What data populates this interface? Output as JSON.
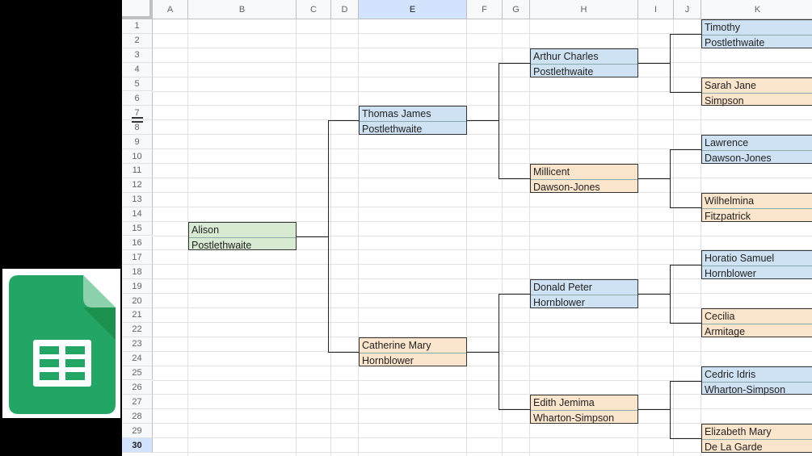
{
  "columns": [
    {
      "label": "A",
      "w": 44
    },
    {
      "label": "B",
      "w": 134
    },
    {
      "label": "C",
      "w": 43
    },
    {
      "label": "D",
      "w": 34
    },
    {
      "label": "E",
      "w": 134
    },
    {
      "label": "F",
      "w": 44
    },
    {
      "label": "G",
      "w": 34
    },
    {
      "label": "H",
      "w": 134
    },
    {
      "label": "I",
      "w": 44
    },
    {
      "label": "J",
      "w": 34
    },
    {
      "label": "K",
      "w": 140
    }
  ],
  "selected_column": "E",
  "rows": [
    "1",
    "2",
    "3",
    "4",
    "5",
    "6",
    "7",
    "8",
    "9",
    "10",
    "11",
    "12",
    "13",
    "14",
    "15",
    "16",
    "17",
    "18",
    "19",
    "20",
    "21",
    "22",
    "23",
    "24",
    "25",
    "26",
    "27",
    "28",
    "29",
    "30"
  ],
  "selected_row": "30",
  "people": [
    {
      "id": "alison",
      "col": "B",
      "row": 15,
      "color": "green",
      "line1": "Alison",
      "line2": "Postlethwaite"
    },
    {
      "id": "thomas",
      "col": "E",
      "row": 7,
      "color": "blue",
      "line1": "Thomas James",
      "line2": "Postlethwaite"
    },
    {
      "id": "catherine",
      "col": "E",
      "row": 23,
      "color": "orange",
      "line1": "Catherine Mary",
      "line2": "Hornblower"
    },
    {
      "id": "arthur",
      "col": "H",
      "row": 3,
      "color": "blue",
      "line1": "Arthur Charles",
      "line2": "Postlethwaite"
    },
    {
      "id": "millicent",
      "col": "H",
      "row": 11,
      "color": "orange",
      "line1": "Millicent",
      "line2": "Dawson-Jones"
    },
    {
      "id": "donald",
      "col": "H",
      "row": 19,
      "color": "blue",
      "line1": "Donald Peter",
      "line2": "Hornblower"
    },
    {
      "id": "edith",
      "col": "H",
      "row": 27,
      "color": "orange",
      "line1": "Edith Jemima",
      "line2": "Wharton-Simpson"
    },
    {
      "id": "timothy",
      "col": "K",
      "row": 1,
      "color": "blue",
      "line1": "Timothy",
      "line2": "Postlethwaite"
    },
    {
      "id": "sarah",
      "col": "K",
      "row": 5,
      "color": "orange",
      "line1": "Sarah Jane",
      "line2": "Simpson"
    },
    {
      "id": "lawrence",
      "col": "K",
      "row": 9,
      "color": "blue",
      "line1": "Lawrence",
      "line2": "Dawson-Jones"
    },
    {
      "id": "wilhelmina",
      "col": "K",
      "row": 13,
      "color": "orange",
      "line1": "Wilhelmina",
      "line2": "Fitzpatrick"
    },
    {
      "id": "horatio",
      "col": "K",
      "row": 17,
      "color": "blue",
      "line1": "Horatio Samuel",
      "line2": "Hornblower"
    },
    {
      "id": "cecilia",
      "col": "K",
      "row": 21,
      "color": "orange",
      "line1": "Cecilia",
      "line2": "Armitage"
    },
    {
      "id": "cedric",
      "col": "K",
      "row": 25,
      "color": "blue",
      "line1": "Cedric Idris",
      "line2": "Wharton-Simpson"
    },
    {
      "id": "elizabeth",
      "col": "K",
      "row": 29,
      "color": "orange",
      "line1": "Elizabeth Mary",
      "line2": "De La Garde"
    }
  ],
  "links": [
    {
      "child": "alison",
      "father": "thomas",
      "mother": "catherine"
    },
    {
      "child": "thomas",
      "father": "arthur",
      "mother": "millicent"
    },
    {
      "child": "catherine",
      "father": "donald",
      "mother": "edith"
    },
    {
      "child": "arthur",
      "father": "timothy",
      "mother": "sarah"
    },
    {
      "child": "millicent",
      "father": "lawrence",
      "mother": "wilhelmina"
    },
    {
      "child": "donald",
      "father": "horatio",
      "mother": "cecilia"
    },
    {
      "child": "edith",
      "father": "cedric",
      "mother": "elizabeth"
    }
  ],
  "colors": {
    "blue": "#cfe2f3",
    "orange": "#fce5cd",
    "green": "#d9ead3",
    "logo_green": "#23a566",
    "logo_dark": "#188038"
  },
  "icons": {
    "app_logo": "google-sheets-icon",
    "row_resize": "drag-handle-icon"
  }
}
